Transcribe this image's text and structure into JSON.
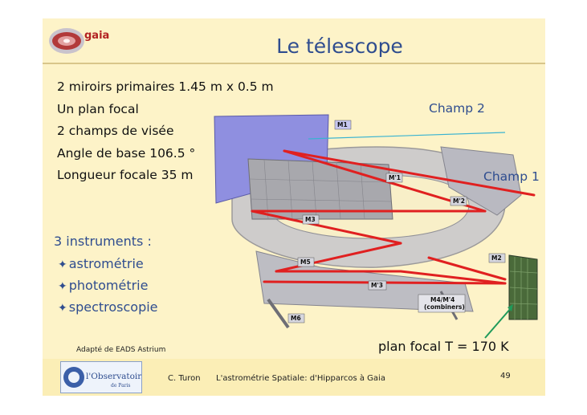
{
  "header": {
    "logo_text": "gaia",
    "title": "Le télescope"
  },
  "specs": [
    "2 miroirs primaires 1.45 m x 0.5 m",
    "Un plan focal",
    "2 champs de visée",
    "Angle de base  106.5 °",
    "Longueur focale  35 m"
  ],
  "instruments": {
    "title": "3 instruments :",
    "items": [
      "astrométrie",
      "photométrie",
      "spectroscopie"
    ]
  },
  "diagram": {
    "mirror_labels": [
      "M1",
      "M'1",
      "M'2",
      "M3",
      "M2",
      "M5",
      "M'3",
      "M4/M'4",
      "(combiners)",
      "M6"
    ],
    "field_labels": [
      "Champ 2",
      "Champ 1"
    ],
    "focal_plane_label": "plan focal  T = 170 K",
    "colors": {
      "beam": "#e02020",
      "field_line": "#39b3d1",
      "focal_arrow": "#1f9a5a",
      "structure": "#b8b8bf",
      "mirror_m1": "#8f8fe0"
    }
  },
  "credit": "Adapté de EADS Astrium",
  "footer": {
    "logo_text_main": "l'Observatoire",
    "logo_text_sub": "de Paris",
    "author": "C. Turon",
    "course": "L'astrométrie Spatiale: d'Hipparcos à Gaia",
    "page_number": "49"
  }
}
